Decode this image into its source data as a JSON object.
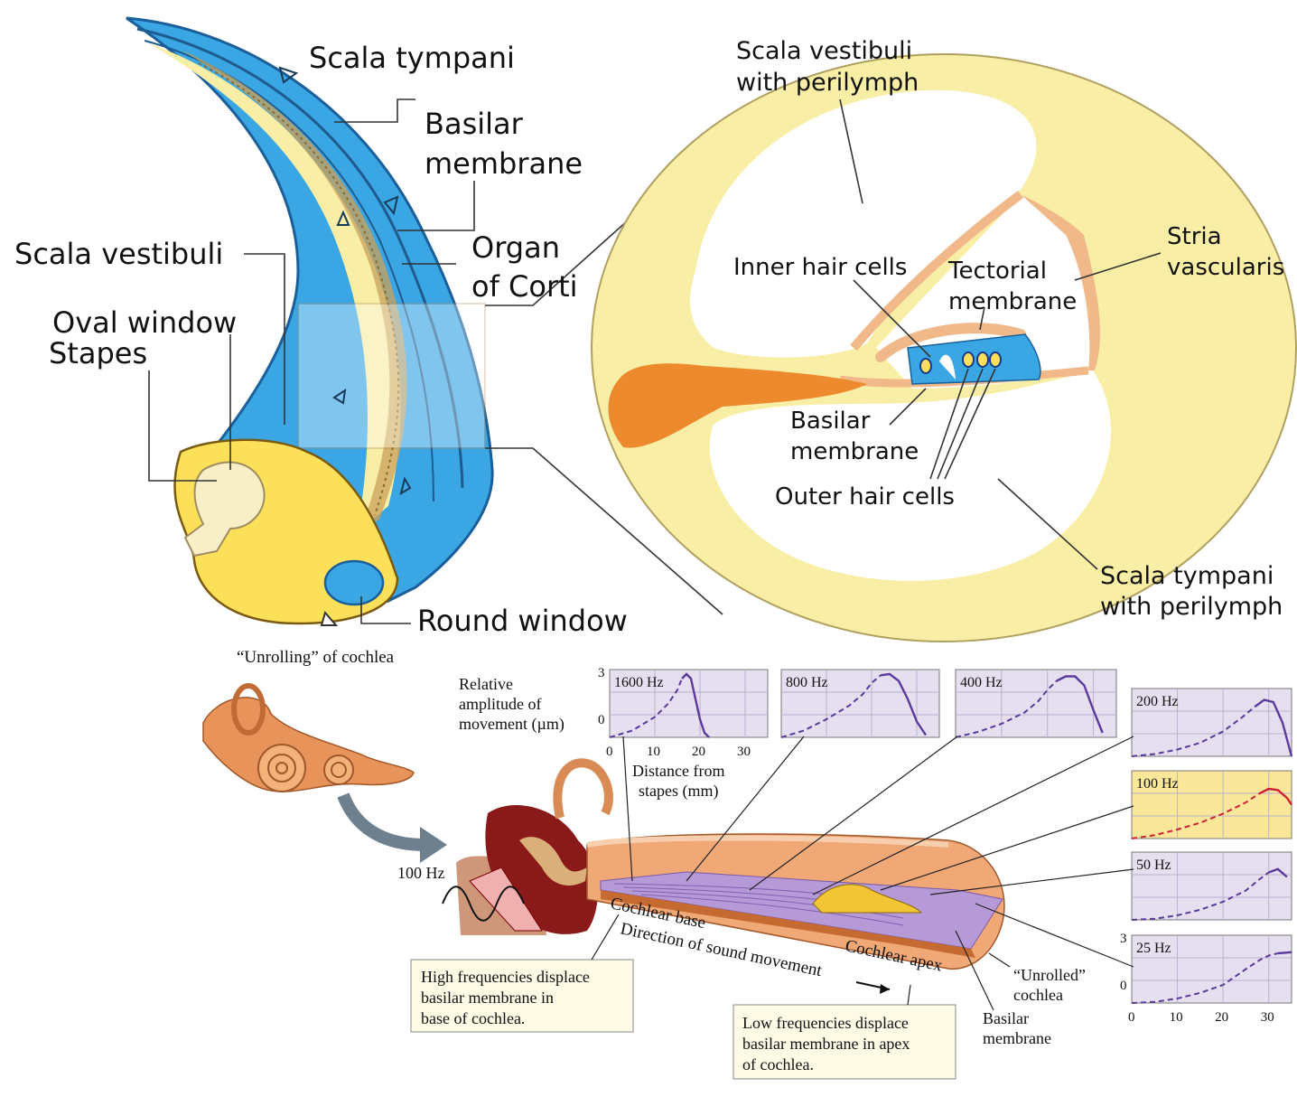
{
  "cochlea_section": {
    "labels": {
      "scala_tympani": "Scala tympani",
      "basilar_membrane_1": "Basilar",
      "basilar_membrane_2": "membrane",
      "organ_of_corti_1": "Organ",
      "organ_of_corti_2": "of Corti",
      "scala_vestibuli": "Scala vestibuli",
      "oval_window": "Oval window",
      "stapes": "Stapes",
      "round_window": "Round window"
    }
  },
  "cross_section": {
    "labels": {
      "scala_vestibuli_1": "Scala vestibuli",
      "scala_vestibuli_2": "with perilymph",
      "inner_hair_cells": "Inner hair cells",
      "tectorial_1": "Tectorial",
      "tectorial_2": "membrane",
      "stria_1": "Stria",
      "stria_2": "vascularis",
      "basilar_1": "Basilar",
      "basilar_2": "membrane",
      "outer_hair_cells": "Outer hair cells",
      "scala_tympani_1": "Scala tympani",
      "scala_tympani_2": "with perilymph"
    }
  },
  "unrolled": {
    "unrolling_caption": "“Unrolling” of cochlea",
    "input_freq": "100 Hz",
    "cochlear_base": "Cochlear base",
    "cochlear_apex": "Cochlear apex",
    "direction": "Direction of sound movement",
    "unrolled_1": "“Unrolled”",
    "unrolled_2": "cochlea",
    "basilar_1": "Basilar",
    "basilar_2": "membrane",
    "high_box": [
      "High frequencies displace",
      "basilar membrane in",
      "base of cochlea."
    ],
    "low_box": [
      "Low frequencies displace",
      "basilar membrane in apex",
      "of cochlea."
    ]
  },
  "axis_text": {
    "ylabel": [
      "Relative",
      "amplitude of",
      "movement (µm)"
    ],
    "xlabel": [
      "Distance from",
      "stapes (mm)"
    ],
    "y_ticks": [
      "3",
      "0"
    ],
    "x_ticks": [
      "0",
      "10",
      "20",
      "30"
    ]
  },
  "colors": {
    "scala_blue": "#3aa6e4",
    "perilymph_yellow": "#f8eea6",
    "bone_yellow": "#fde05a",
    "stria_orange": "#f1b98a",
    "plot_bg": "#e6dff0",
    "plot_bg_highlight": "#fbe79a",
    "curve": "#5a3a9a",
    "curve_highlight": "#cc2233"
  },
  "chart_data": [
    {
      "type": "line",
      "title": "1600 Hz",
      "xlim": [
        0,
        35
      ],
      "ylim": [
        0,
        3
      ],
      "x": [
        0,
        5,
        10,
        13,
        15,
        16,
        17,
        18,
        19,
        20,
        21,
        22
      ],
      "y": [
        0,
        0.3,
        0.9,
        1.5,
        2.1,
        2.6,
        2.8,
        2.6,
        1.7,
        0.8,
        0.2,
        0
      ]
    },
    {
      "type": "line",
      "title": "800 Hz",
      "xlim": [
        0,
        35
      ],
      "ylim": [
        0,
        3
      ],
      "x": [
        0,
        5,
        10,
        15,
        18,
        20,
        22,
        24,
        26,
        28,
        30,
        32
      ],
      "y": [
        0,
        0.3,
        0.8,
        1.4,
        1.9,
        2.4,
        2.75,
        2.8,
        2.5,
        1.7,
        0.7,
        0.1
      ]
    },
    {
      "type": "line",
      "title": "400 Hz",
      "xlim": [
        0,
        35
      ],
      "ylim": [
        0,
        3
      ],
      "x": [
        0,
        5,
        10,
        15,
        18,
        20,
        22,
        24,
        26,
        28,
        30,
        32
      ],
      "y": [
        0,
        0.25,
        0.6,
        1.1,
        1.6,
        2.1,
        2.5,
        2.7,
        2.7,
        2.3,
        1.2,
        0.2
      ]
    },
    {
      "type": "line",
      "title": "200 Hz",
      "xlim": [
        0,
        35
      ],
      "ylim": [
        0,
        3
      ],
      "x": [
        0,
        5,
        10,
        15,
        20,
        24,
        27,
        29,
        31,
        33,
        35
      ],
      "y": [
        0,
        0.1,
        0.3,
        0.6,
        1.1,
        1.7,
        2.2,
        2.5,
        2.4,
        1.5,
        0
      ]
    },
    {
      "type": "line",
      "title": "100 Hz",
      "xlim": [
        0,
        35
      ],
      "ylim": [
        0,
        3
      ],
      "x": [
        0,
        5,
        10,
        15,
        20,
        25,
        28,
        30,
        32,
        34,
        35
      ],
      "y": [
        0,
        0.15,
        0.4,
        0.7,
        1.1,
        1.6,
        2.0,
        2.2,
        2.15,
        1.8,
        1.5
      ]
    },
    {
      "type": "line",
      "title": "50 Hz",
      "xlim": [
        0,
        35
      ],
      "ylim": [
        0,
        3
      ],
      "x": [
        0,
        5,
        10,
        15,
        20,
        25,
        28,
        30,
        32,
        34
      ],
      "y": [
        0,
        0.05,
        0.2,
        0.45,
        0.8,
        1.3,
        1.8,
        2.1,
        2.25,
        1.9
      ]
    },
    {
      "type": "line",
      "title": "25 Hz",
      "xlim": [
        0,
        35
      ],
      "ylim": [
        0,
        3
      ],
      "x": [
        0,
        5,
        10,
        15,
        20,
        25,
        28,
        30,
        32,
        35
      ],
      "y": [
        0,
        0.05,
        0.2,
        0.45,
        0.8,
        1.5,
        1.9,
        2.1,
        2.2,
        2.25
      ]
    }
  ]
}
